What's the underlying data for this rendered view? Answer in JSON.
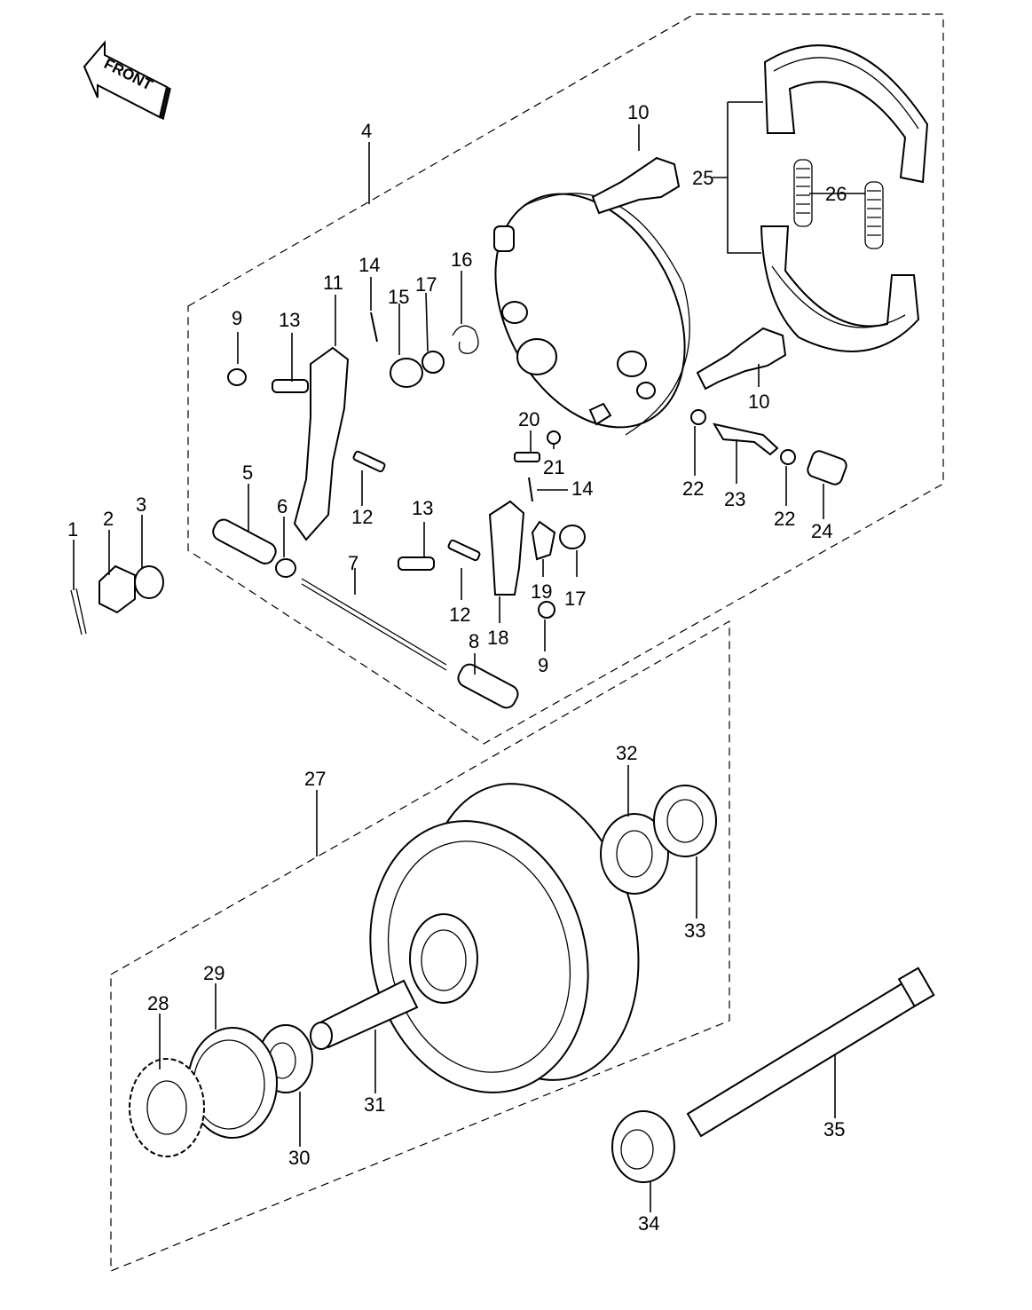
{
  "front_arrow_text": "FRONT",
  "labels": {
    "p1": "1",
    "p2": "2",
    "p3": "3",
    "p4": "4",
    "p5": "5",
    "p6": "6",
    "p7": "7",
    "p8": "8",
    "p9a": "9",
    "p9b": "9",
    "p10a": "10",
    "p10b": "10",
    "p11": "11",
    "p12a": "12",
    "p12b": "12",
    "p13a": "13",
    "p13b": "13",
    "p14a": "14",
    "p14b": "14",
    "p15": "15",
    "p16": "16",
    "p17a": "17",
    "p17b": "17",
    "p18": "18",
    "p19": "19",
    "p20": "20",
    "p21": "21",
    "p22a": "22",
    "p22b": "22",
    "p23": "23",
    "p24": "24",
    "p25": "25",
    "p26": "26",
    "p27": "27",
    "p28": "28",
    "p29": "29",
    "p30": "30",
    "p31": "31",
    "p32": "32",
    "p33": "33",
    "p34": "34",
    "p35": "35"
  }
}
